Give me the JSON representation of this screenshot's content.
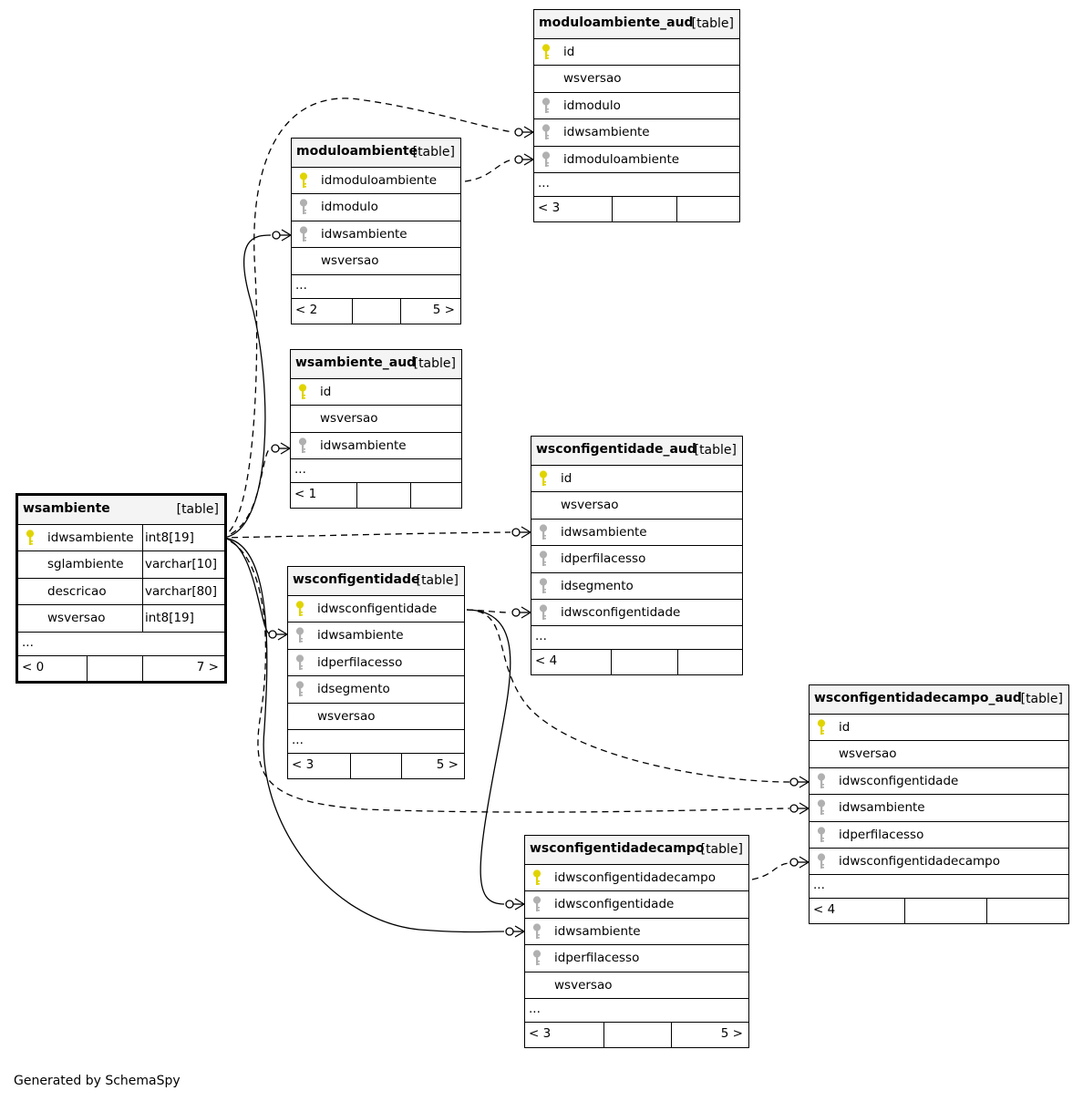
{
  "footer_text": "Generated by SchemaSpy",
  "type_label": "[table]",
  "ellipsis": "...",
  "key_colors": {
    "primary": "#e0d400",
    "foreign": "#b0b0b0"
  },
  "tables": [
    {
      "id": "moduloambiente_aud",
      "name": "moduloambiente_aud",
      "columns": [
        {
          "name": "id",
          "key": "primary"
        },
        {
          "name": "wsversao",
          "key": "none"
        },
        {
          "name": "idmodulo",
          "key": "foreign"
        },
        {
          "name": "idwsambiente",
          "key": "foreign"
        },
        {
          "name": "idmoduloambiente",
          "key": "foreign"
        }
      ],
      "footer_left": "< 3",
      "footer_right": ""
    },
    {
      "id": "moduloambiente",
      "name": "moduloambiente",
      "columns": [
        {
          "name": "idmoduloambiente",
          "key": "primary"
        },
        {
          "name": "idmodulo",
          "key": "foreign"
        },
        {
          "name": "idwsambiente",
          "key": "foreign"
        },
        {
          "name": "wsversao",
          "key": "none"
        }
      ],
      "footer_left": "< 2",
      "footer_right": "5 >"
    },
    {
      "id": "wsambiente_aud",
      "name": "wsambiente_aud",
      "columns": [
        {
          "name": "id",
          "key": "primary"
        },
        {
          "name": "wsversao",
          "key": "none"
        },
        {
          "name": "idwsambiente",
          "key": "foreign"
        }
      ],
      "footer_left": "< 1",
      "footer_right": ""
    },
    {
      "id": "wsconfigentidade_aud",
      "name": "wsconfigentidade_aud",
      "columns": [
        {
          "name": "id",
          "key": "primary"
        },
        {
          "name": "wsversao",
          "key": "none"
        },
        {
          "name": "idwsambiente",
          "key": "foreign"
        },
        {
          "name": "idperfilacesso",
          "key": "foreign"
        },
        {
          "name": "idsegmento",
          "key": "foreign"
        },
        {
          "name": "idwsconfigentidade",
          "key": "foreign"
        }
      ],
      "footer_left": "< 4",
      "footer_right": ""
    },
    {
      "id": "wsambiente",
      "name": "wsambiente",
      "columns": [
        {
          "name": "idwsambiente",
          "type": "int8[19]",
          "key": "primary"
        },
        {
          "name": "sglambiente",
          "type": "varchar[10]",
          "key": "none"
        },
        {
          "name": "descricao",
          "type": "varchar[80]",
          "key": "none"
        },
        {
          "name": "wsversao",
          "type": "int8[19]",
          "key": "none"
        }
      ],
      "footer_left": "< 0",
      "footer_right": "7 >"
    },
    {
      "id": "wsconfigentidade",
      "name": "wsconfigentidade",
      "columns": [
        {
          "name": "idwsconfigentidade",
          "key": "primary"
        },
        {
          "name": "idwsambiente",
          "key": "foreign"
        },
        {
          "name": "idperfilacesso",
          "key": "foreign"
        },
        {
          "name": "idsegmento",
          "key": "foreign"
        },
        {
          "name": "wsversao",
          "key": "none"
        }
      ],
      "footer_left": "< 3",
      "footer_right": "5 >"
    },
    {
      "id": "wsconfigentidadecampo_aud",
      "name": "wsconfigentidadecampo_aud",
      "columns": [
        {
          "name": "id",
          "key": "primary"
        },
        {
          "name": "wsversao",
          "key": "none"
        },
        {
          "name": "idwsconfigentidade",
          "key": "foreign"
        },
        {
          "name": "idwsambiente",
          "key": "foreign"
        },
        {
          "name": "idperfilacesso",
          "key": "foreign"
        },
        {
          "name": "idwsconfigentidadecampo",
          "key": "foreign"
        }
      ],
      "footer_left": "< 4",
      "footer_right": ""
    },
    {
      "id": "wsconfigentidadecampo",
      "name": "wsconfigentidadecampo",
      "columns": [
        {
          "name": "idwsconfigentidadecampo",
          "key": "primary"
        },
        {
          "name": "idwsconfigentidade",
          "key": "foreign"
        },
        {
          "name": "idwsambiente",
          "key": "foreign"
        },
        {
          "name": "idperfilacesso",
          "key": "foreign"
        },
        {
          "name": "wsversao",
          "key": "none"
        }
      ],
      "footer_left": "< 3",
      "footer_right": "5 >"
    }
  ],
  "relationships": [
    {
      "from": "wsambiente.idwsambiente",
      "to": "moduloambiente_aud.idwsambiente",
      "style": "dashed"
    },
    {
      "from": "moduloambiente.idmoduloambiente",
      "to": "moduloambiente_aud.idmoduloambiente",
      "style": "dashed"
    },
    {
      "from": "wsambiente.idwsambiente",
      "to": "moduloambiente.idwsambiente",
      "style": "solid"
    },
    {
      "from": "wsambiente.idwsambiente",
      "to": "wsambiente_aud.idwsambiente",
      "style": "dashed"
    },
    {
      "from": "wsambiente.idwsambiente",
      "to": "wsconfigentidade_aud.idwsambiente",
      "style": "dashed"
    },
    {
      "from": "wsconfigentidade.idwsconfigentidade",
      "to": "wsconfigentidade_aud.idwsconfigentidade",
      "style": "dashed"
    },
    {
      "from": "wsambiente.idwsambiente",
      "to": "wsconfigentidade.idwsambiente",
      "style": "solid"
    },
    {
      "from": "wsconfigentidade.idwsconfigentidade",
      "to": "wsconfigentidadecampo_aud.idwsconfigentidade",
      "style": "dashed"
    },
    {
      "from": "wsambiente.idwsambiente",
      "to": "wsconfigentidadecampo_aud.idwsambiente",
      "style": "dashed"
    },
    {
      "from": "wsconfigentidadecampo.idwsconfigentidadecampo",
      "to": "wsconfigentidadecampo_aud.idwsconfigentidadecampo",
      "style": "dashed"
    },
    {
      "from": "wsconfigentidade.idwsconfigentidade",
      "to": "wsconfigentidadecampo.idwsconfigentidade",
      "style": "solid"
    },
    {
      "from": "wsambiente.idwsambiente",
      "to": "wsconfigentidadecampo.idwsambiente",
      "style": "solid"
    }
  ]
}
